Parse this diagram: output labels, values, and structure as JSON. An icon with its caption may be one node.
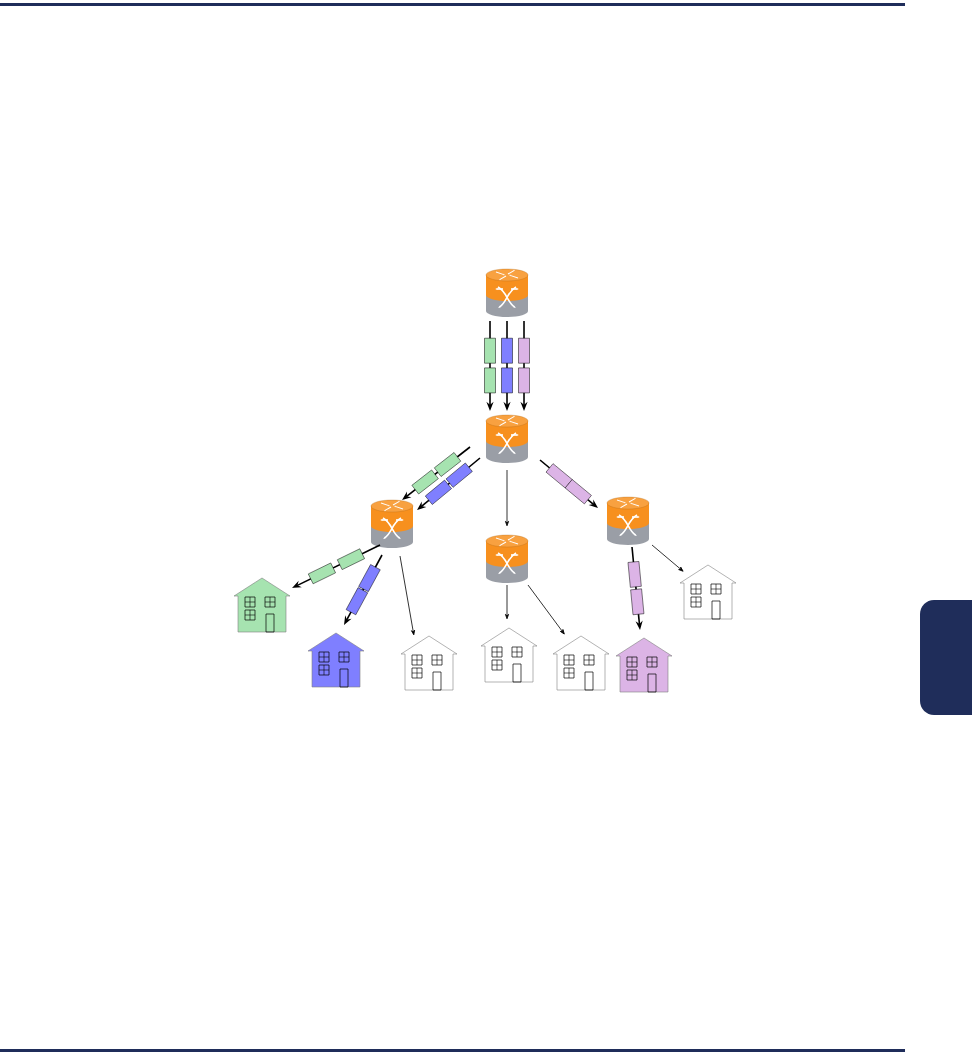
{
  "diagram": {
    "nodes": [
      {
        "text": [],
        "shape": "cylinder"
      },
      {
        "text": [],
        "shape": "cylinder"
      },
      {
        "text": [],
        "shape": "cylinder"
      },
      {
        "text": [],
        "shape": "cylinder"
      },
      {
        "text": [],
        "shape": "cylinder"
      },
      {
        "text": [],
        "shape": "house"
      },
      {
        "text": [],
        "shape": "house"
      },
      {
        "text": [],
        "shape": "house"
      },
      {
        "text": [],
        "shape": "house"
      },
      {
        "text": [],
        "shape": "house"
      },
      {
        "text": [],
        "shape": "house"
      },
      {
        "text": [],
        "shape": "house"
      }
    ],
    "edges": [
      {
        "from": 0,
        "to": 1,
        "arrow": "to"
      },
      {
        "from": 0,
        "to": 1,
        "arrow": "to"
      },
      {
        "from": 0,
        "to": 1,
        "arrow": "to"
      },
      {
        "from": 1,
        "to": 2,
        "arrow": "to"
      },
      {
        "from": 1,
        "to": 2,
        "arrow": "to"
      },
      {
        "from": 1,
        "to": 4,
        "arrow": "to"
      },
      {
        "from": 1,
        "to": 3,
        "arrow": "to"
      },
      {
        "from": 2,
        "to": 5,
        "arrow": "to"
      },
      {
        "from": 2,
        "to": 6,
        "arrow": "to"
      },
      {
        "from": 2,
        "to": 7,
        "arrow": "to"
      },
      {
        "from": 3,
        "to": 8,
        "arrow": "to"
      },
      {
        "from": 3,
        "to": 9,
        "arrow": "to"
      },
      {
        "from": 4,
        "to": 10,
        "arrow": "to"
      },
      {
        "from": 4,
        "to": 11,
        "arrow": "to"
      }
    ]
  }
}
